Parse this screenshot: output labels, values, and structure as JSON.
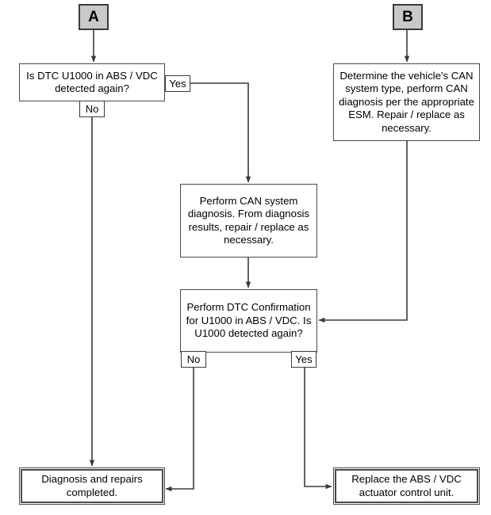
{
  "diagram": {
    "title": "DTC U1000 ABS / VDC diagnostic flowchart",
    "colors": {
      "connector_fill": "#c9c9c9",
      "line": "#3a3a3a",
      "box_border": "#4a4a4a",
      "background": "#ffffff",
      "text": "#000000"
    },
    "nodes": {
      "connector_a": {
        "label": "A",
        "type": "connector"
      },
      "connector_b": {
        "label": "B",
        "type": "connector"
      },
      "decision_abs_vdc": {
        "label": "Is DTC U1000 in ABS / VDC detected again?",
        "type": "decision"
      },
      "determine_can_type": {
        "label": "Determine the vehicle's CAN system type, perform CAN diagnosis per the appropriate ESM. Repair / replace as necessary.",
        "type": "process"
      },
      "perform_can_diagnosis": {
        "label": "Perform CAN system diagnosis. From diagnosis results, repair / replace as necessary.",
        "type": "process"
      },
      "dtc_confirmation": {
        "label": "Perform DTC Confirmation for U1000 in ABS / VDC. Is U1000 detected again?",
        "type": "decision"
      },
      "diagnosis_completed": {
        "label": "Diagnosis and repairs completed.",
        "type": "terminal"
      },
      "replace_actuator": {
        "label": "Replace the ABS / VDC actuator control unit.",
        "type": "terminal"
      }
    },
    "branch_labels": {
      "decision_abs_vdc_yes": "Yes",
      "decision_abs_vdc_no": "No",
      "dtc_confirmation_no": "No",
      "dtc_confirmation_yes": "Yes"
    }
  }
}
